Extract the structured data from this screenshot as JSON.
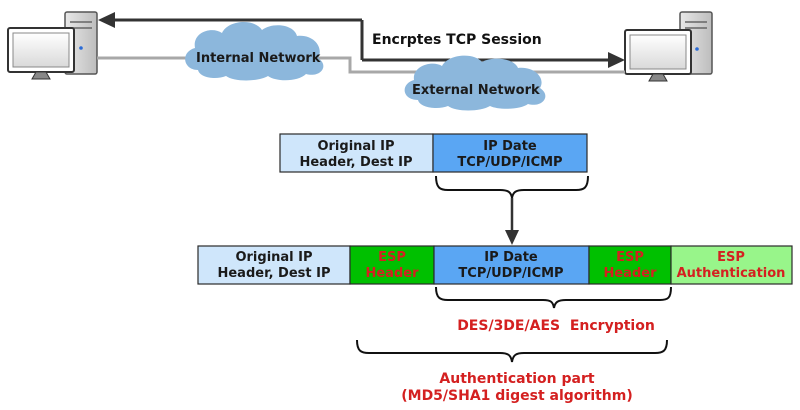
{
  "network": {
    "session_label": "Encrptes TCP Session",
    "internal_label": "Internal Network",
    "external_label": "External Network"
  },
  "original_packet": {
    "header_line1": "Original IP",
    "header_line2": "Header, Dest IP",
    "data_line1": "IP Date",
    "data_line2": "TCP/UDP/ICMP"
  },
  "esp_packet": {
    "header_line1": "Original IP",
    "header_line2": "Header, Dest IP",
    "esp_header_line1": "ESP",
    "esp_header_line2": "Header",
    "data_line1": "IP Date",
    "data_line2": "TCP/UDP/ICMP",
    "esp_trailer_line1": "ESP",
    "esp_trailer_line2": "Header",
    "esp_auth_line1": "ESP",
    "esp_auth_line2": "Authentication"
  },
  "encryption_label": "DES/3DE/AES  Encryption",
  "authentication_line1": "Authentication part",
  "authentication_line2": "(MD5/SHA1 digest algorithm)",
  "colors": {
    "header_fill": "#cfe6fb",
    "data_fill": "#5aa6f3",
    "esp_fill": "#00c000",
    "auth_fill": "#98f58a",
    "red_text": "#d42020",
    "cloud_fill": "#8cb7dc"
  }
}
